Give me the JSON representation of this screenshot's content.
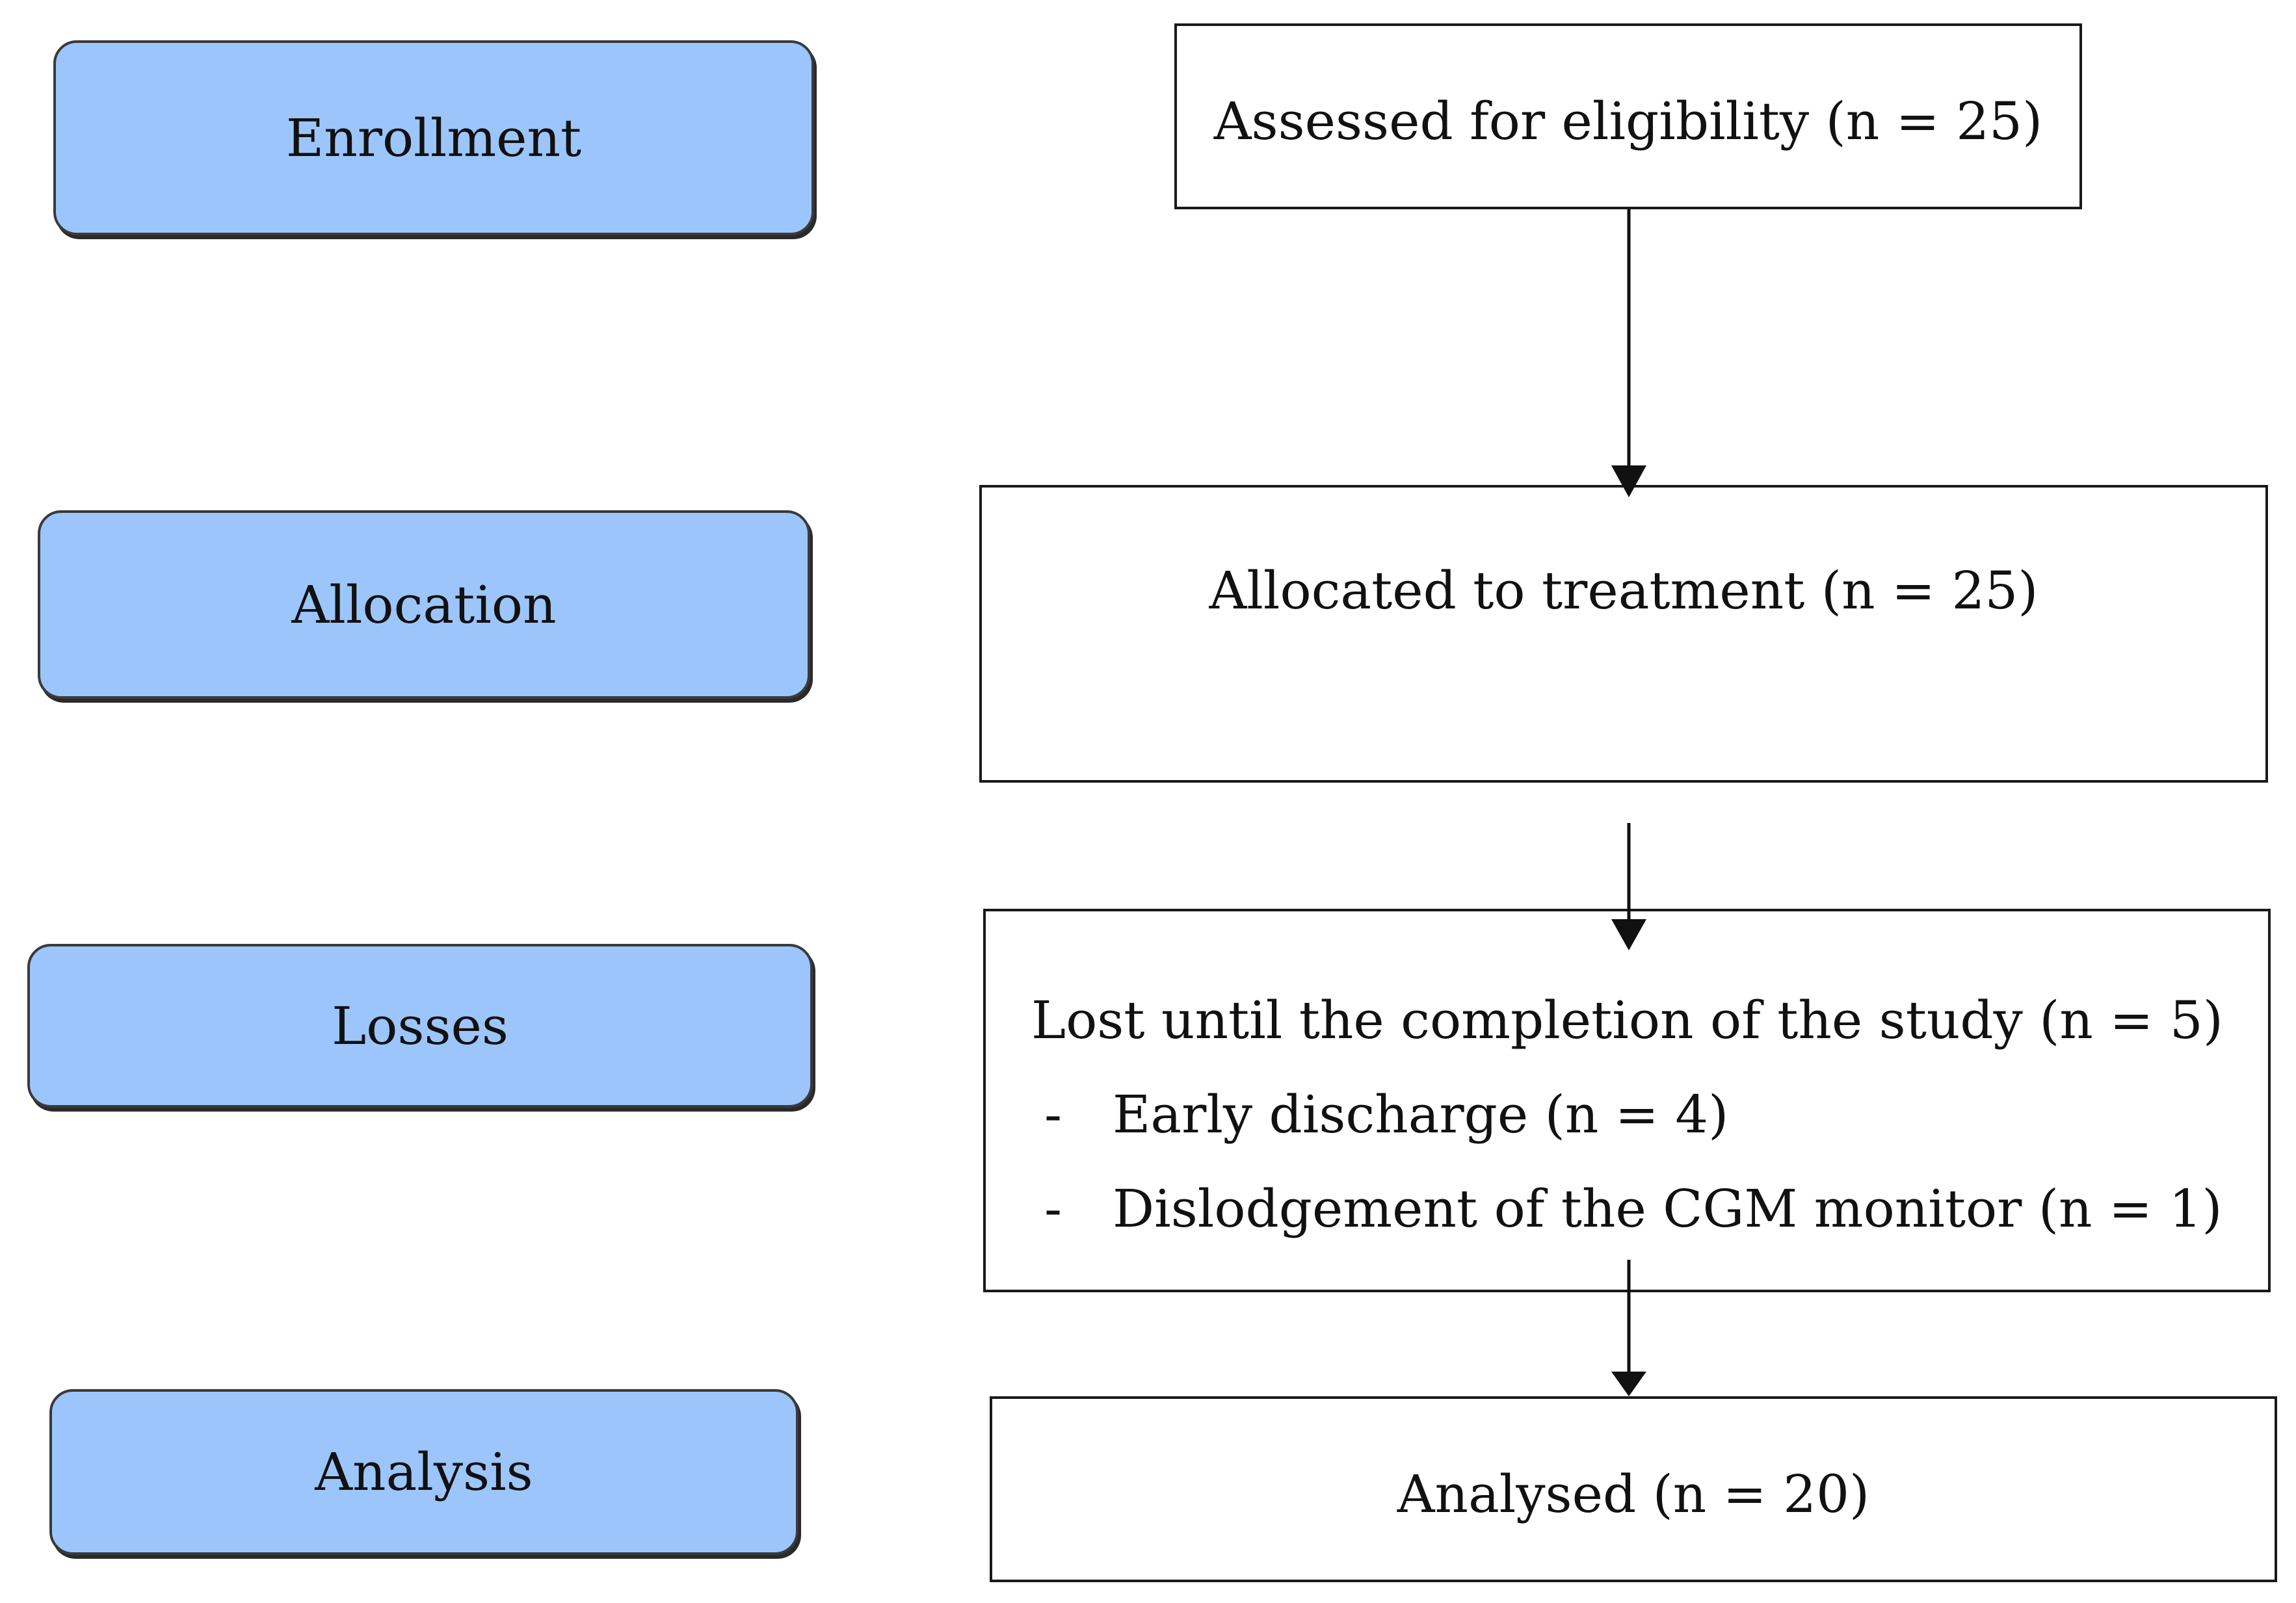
{
  "stages": {
    "enrollment": "Enrollment",
    "allocation": "Allocation",
    "losses": "Losses",
    "analysis": "Analysis"
  },
  "flow": {
    "assessed": "Assessed for eligibility (n = 25)",
    "allocated": "Allocated to treatment (n = 25)",
    "lost": {
      "title": "Lost until the completion of the study (n = 5)",
      "reasons": [
        {
          "dash": "-",
          "text": "Early discharge (n = 4)"
        },
        {
          "dash": "-",
          "text": "Dislodgement of the CGM monitor (n = 1)"
        }
      ]
    },
    "analysed": "Analysed (n = 20)"
  },
  "colors": {
    "stage_fill": "#9cc5fb",
    "stage_border": "#3a3a3a",
    "box_border": "#1a1a1a",
    "arrow": "#111111"
  }
}
